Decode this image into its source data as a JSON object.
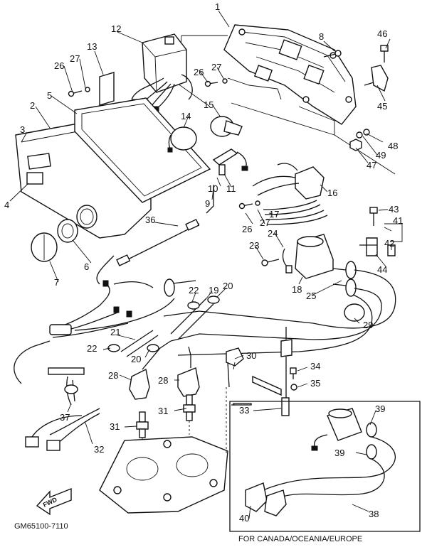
{
  "drawing_code": "GM65100-7110",
  "region_note": "FOR CANADA/OCEANIA/EUROPE",
  "fwd_arrow": "FWD",
  "callouts": [
    {
      "id": "c1",
      "text": "1"
    },
    {
      "id": "c2",
      "text": "2"
    },
    {
      "id": "c3",
      "text": "3"
    },
    {
      "id": "c4",
      "text": "4"
    },
    {
      "id": "c5",
      "text": "5"
    },
    {
      "id": "c6",
      "text": "6"
    },
    {
      "id": "c7",
      "text": "7"
    },
    {
      "id": "c8",
      "text": "8"
    },
    {
      "id": "c9",
      "text": "9"
    },
    {
      "id": "c10",
      "text": "10"
    },
    {
      "id": "c11",
      "text": "11"
    },
    {
      "id": "c12",
      "text": "12"
    },
    {
      "id": "c13",
      "text": "13"
    },
    {
      "id": "c14",
      "text": "14"
    },
    {
      "id": "c15",
      "text": "15"
    },
    {
      "id": "c16",
      "text": "16"
    },
    {
      "id": "c17",
      "text": "17"
    },
    {
      "id": "c18",
      "text": "18"
    },
    {
      "id": "c19",
      "text": "19"
    },
    {
      "id": "c20a",
      "text": "20"
    },
    {
      "id": "c20b",
      "text": "20"
    },
    {
      "id": "c21",
      "text": "21"
    },
    {
      "id": "c22a",
      "text": "22"
    },
    {
      "id": "c22b",
      "text": "22"
    },
    {
      "id": "c23",
      "text": "23"
    },
    {
      "id": "c24",
      "text": "24"
    },
    {
      "id": "c25",
      "text": "25"
    },
    {
      "id": "c26a",
      "text": "26"
    },
    {
      "id": "c26b",
      "text": "26"
    },
    {
      "id": "c26c",
      "text": "26"
    },
    {
      "id": "c27a",
      "text": "27"
    },
    {
      "id": "c27b",
      "text": "27"
    },
    {
      "id": "c27c",
      "text": "27"
    },
    {
      "id": "c28a",
      "text": "28"
    },
    {
      "id": "c28b",
      "text": "28"
    },
    {
      "id": "c29",
      "text": "29"
    },
    {
      "id": "c30",
      "text": "30"
    },
    {
      "id": "c31a",
      "text": "31"
    },
    {
      "id": "c31b",
      "text": "31"
    },
    {
      "id": "c32",
      "text": "32"
    },
    {
      "id": "c33",
      "text": "33"
    },
    {
      "id": "c34",
      "text": "34"
    },
    {
      "id": "c35",
      "text": "35"
    },
    {
      "id": "c36",
      "text": "36"
    },
    {
      "id": "c37",
      "text": "37"
    },
    {
      "id": "c38",
      "text": "38"
    },
    {
      "id": "c39a",
      "text": "39"
    },
    {
      "id": "c39b",
      "text": "39"
    },
    {
      "id": "c40",
      "text": "40"
    },
    {
      "id": "c41",
      "text": "41"
    },
    {
      "id": "c42",
      "text": "42"
    },
    {
      "id": "c43",
      "text": "43"
    },
    {
      "id": "c44",
      "text": "44"
    },
    {
      "id": "c45",
      "text": "45"
    },
    {
      "id": "c46",
      "text": "46"
    },
    {
      "id": "c47",
      "text": "47"
    },
    {
      "id": "c48",
      "text": "48"
    },
    {
      "id": "c49",
      "text": "49"
    }
  ]
}
